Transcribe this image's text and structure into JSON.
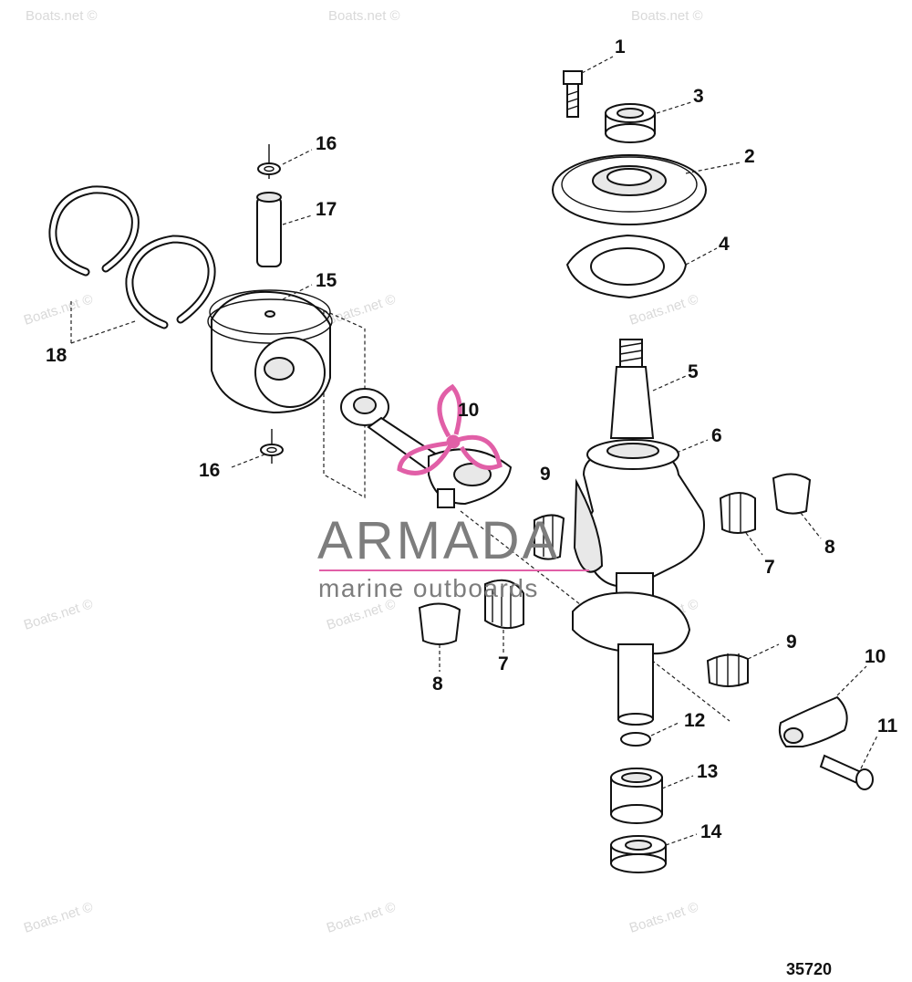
{
  "watermark": "Boats.net ©",
  "brand": {
    "name": "ARMADA",
    "tagline": "marine outboards",
    "logo_color": "#e15fa7"
  },
  "figure_number": "35720",
  "callouts": [
    {
      "id": "c1",
      "label": "1"
    },
    {
      "id": "c3",
      "label": "3"
    },
    {
      "id": "c2",
      "label": "2"
    },
    {
      "id": "c4",
      "label": "4"
    },
    {
      "id": "c16a",
      "label": "16"
    },
    {
      "id": "c17",
      "label": "17"
    },
    {
      "id": "c15",
      "label": "15"
    },
    {
      "id": "c18",
      "label": "18"
    },
    {
      "id": "c16b",
      "label": "16"
    },
    {
      "id": "c10a",
      "label": "10"
    },
    {
      "id": "c5",
      "label": "5"
    },
    {
      "id": "c6",
      "label": "6"
    },
    {
      "id": "c9a",
      "label": "9"
    },
    {
      "id": "c7a",
      "label": "7"
    },
    {
      "id": "c8a",
      "label": "8"
    },
    {
      "id": "c7b",
      "label": "7"
    },
    {
      "id": "c8b",
      "label": "8"
    },
    {
      "id": "c9b",
      "label": "9"
    },
    {
      "id": "c10b",
      "label": "10"
    },
    {
      "id": "c11",
      "label": "11"
    },
    {
      "id": "c12",
      "label": "12"
    },
    {
      "id": "c13",
      "label": "13"
    },
    {
      "id": "c14",
      "label": "14"
    }
  ]
}
